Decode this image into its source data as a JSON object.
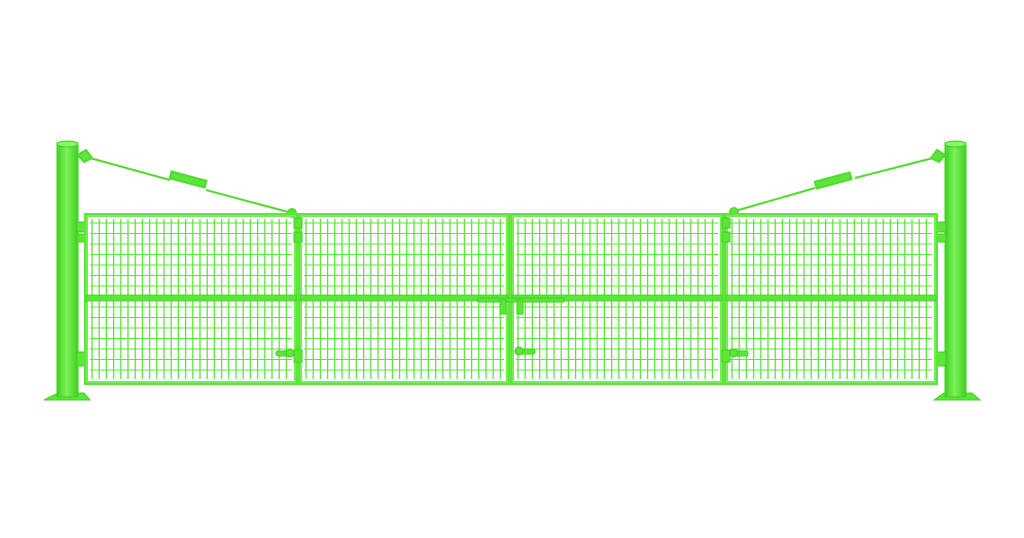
{
  "scene": {
    "subject": "four-leaf-mesh-gate",
    "colors": {
      "gate_green": "#5ee53a",
      "gate_dark": "#3fcf22",
      "gate_light": "#8cf56a",
      "background": "#ffffff"
    },
    "leaves": 4,
    "posts": 2
  }
}
